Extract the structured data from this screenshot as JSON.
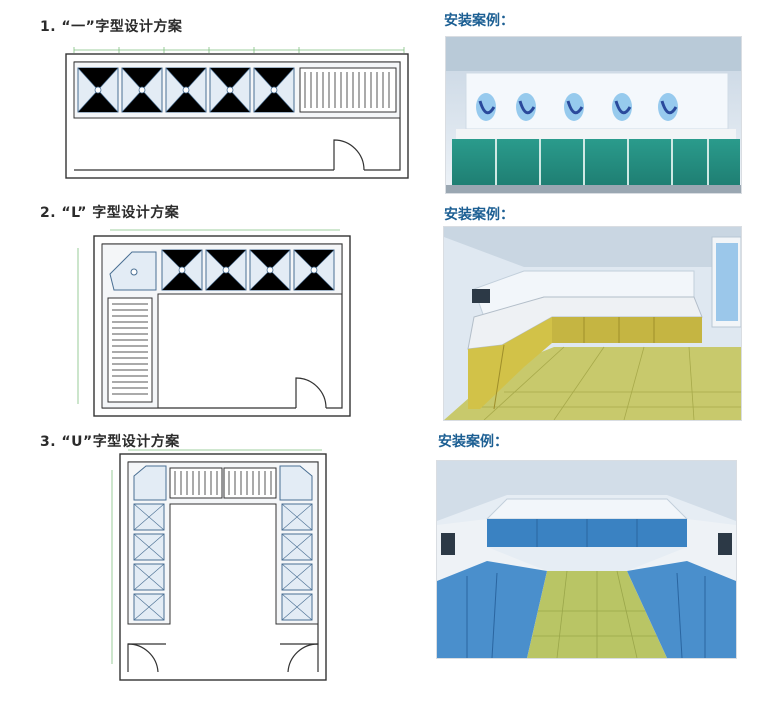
{
  "sections": [
    {
      "heading": "1. “一”字型设计方案",
      "case_label": "安装案例："
    },
    {
      "heading": "2. “L” 字型设计方案",
      "case_label": "安装案例："
    },
    {
      "heading": "3. “U”字型设计方案",
      "case_label": "安装案例："
    }
  ]
}
